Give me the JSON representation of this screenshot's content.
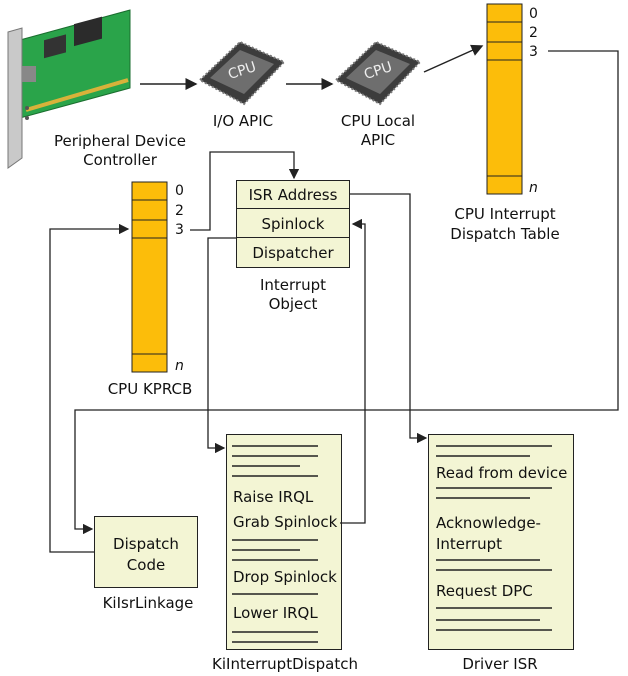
{
  "devices": {
    "peripheral": "Peripheral Device Controller",
    "peripheral_line1": "Peripheral Device",
    "peripheral_line2": "Controller",
    "io_apic": "I/O APIC",
    "cpu_local_apic_line1": "CPU Local",
    "cpu_local_apic_line2": "APIC",
    "chip_text": "CPU"
  },
  "dispatch_table": {
    "entries": [
      "0",
      "2",
      "3",
      "n"
    ],
    "caption_line1": "CPU Interrupt",
    "caption_line2": "Dispatch Table"
  },
  "kprcb": {
    "entries": [
      "0",
      "2",
      "3",
      "n"
    ],
    "caption": "CPU KPRCB"
  },
  "interrupt_object": {
    "rows": [
      "ISR Address",
      "Spinlock",
      "Dispatcher"
    ],
    "caption_line1": "Interrupt",
    "caption_line2": "Object"
  },
  "dispatch_code": {
    "line1": "Dispatch",
    "line2": "Code",
    "caption": "KiIsrLinkage"
  },
  "ki_interrupt_dispatch": {
    "lines": [
      "Raise IRQL",
      "Grab Spinlock",
      "Drop Spinlock",
      "Lower IRQL"
    ],
    "caption": "KiInterruptDispatch"
  },
  "driver_isr": {
    "lines": [
      "Read from device",
      "Acknowledge-",
      "Interrupt",
      "Request DPC"
    ],
    "caption": "Driver ISR"
  },
  "colors": {
    "table_fill": "#fcbd0a",
    "box_fill": "#f3f5d4",
    "pcb_green": "#2aa44a"
  }
}
